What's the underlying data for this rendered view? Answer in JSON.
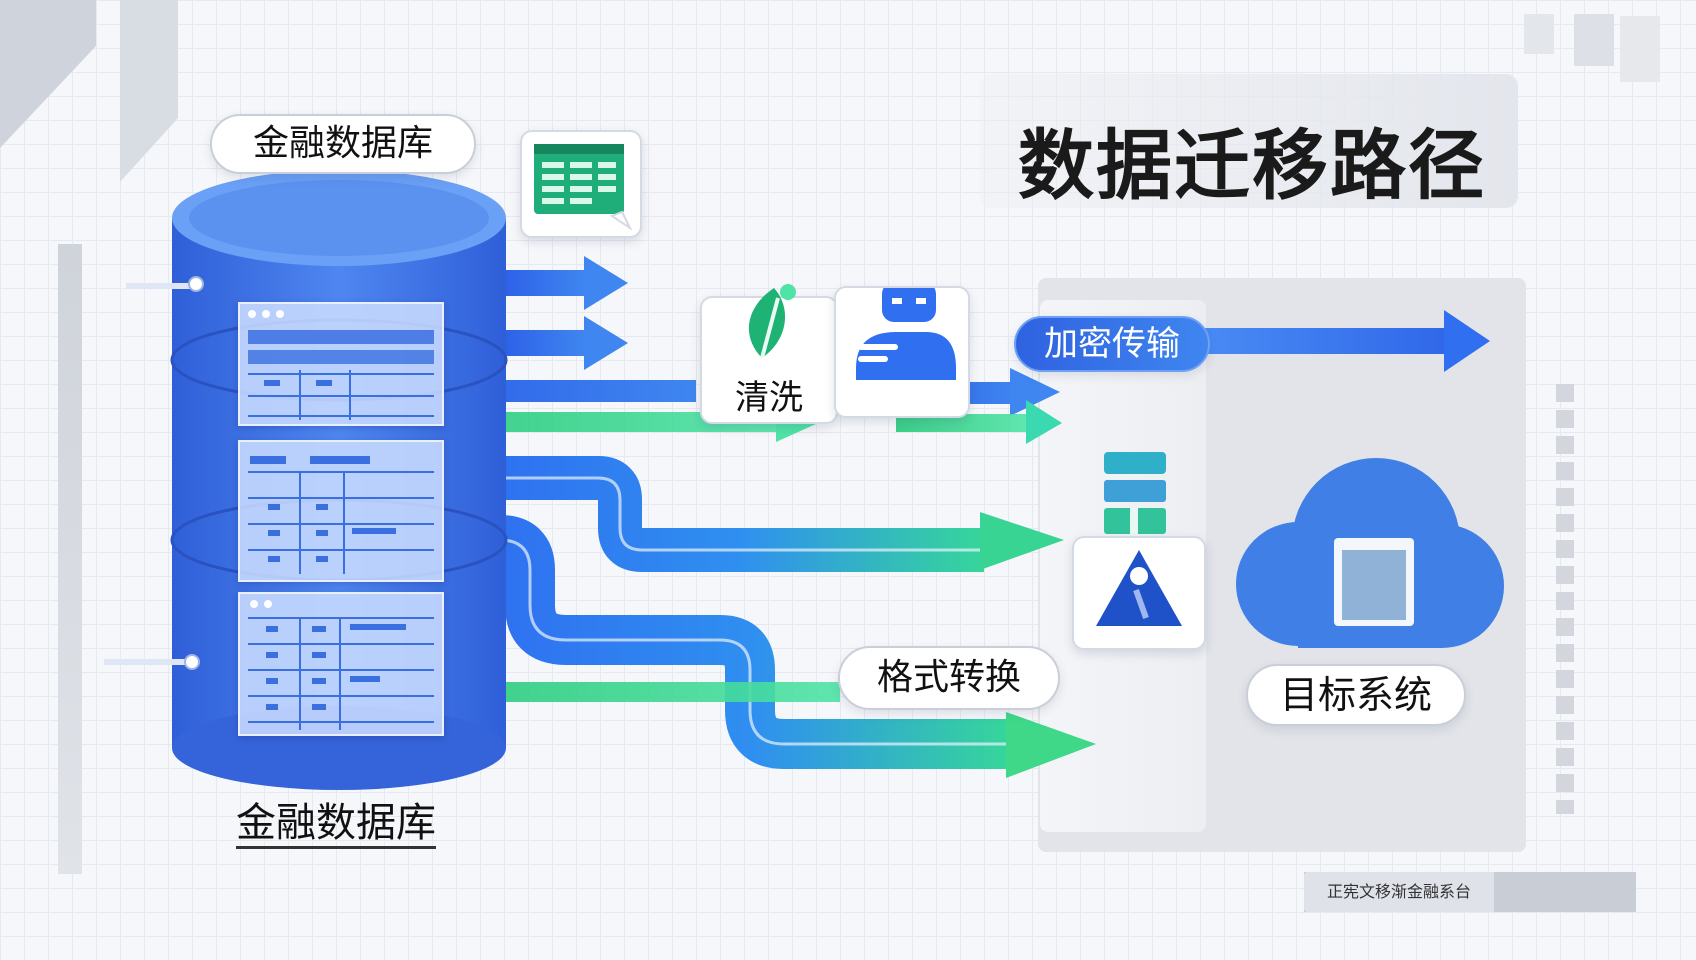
{
  "title": "数据迁移路径",
  "source": {
    "label_top": "金融数据库",
    "label_bottom": "金融数据库"
  },
  "steps": {
    "cleaning": "清洗",
    "encrypted_transfer": "加密传输",
    "format_conversion": "格式转换"
  },
  "target": {
    "label": "目标系统"
  },
  "footer": {
    "caption": "正宪文移渐金融系台"
  },
  "colors": {
    "db_blue": "#3d6fe0",
    "arrow_blue": "#2f6ff0",
    "arrow_green": "#2fd08a",
    "cloud_blue": "#3f7fe6",
    "panel_gray": "#e2e4e9"
  },
  "icons": [
    "spreadsheet-icon",
    "leaf-icon",
    "robot-icon",
    "server-icon",
    "warning-icon",
    "document-icon",
    "cloud-icon"
  ]
}
